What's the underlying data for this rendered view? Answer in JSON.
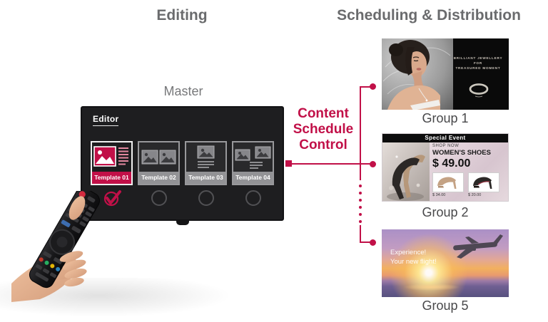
{
  "titles": {
    "editing": "Editing",
    "scheduling": "Scheduling & Distribution"
  },
  "master": {
    "label": "Master",
    "screen_title": "Editor",
    "templates": [
      {
        "label": "Template 01",
        "checked": true
      },
      {
        "label": "Template 02",
        "checked": false
      },
      {
        "label": "Template 03",
        "checked": false
      },
      {
        "label": "Template 04",
        "checked": false
      }
    ]
  },
  "connector": {
    "label_lines": [
      "Content",
      "Schedule",
      "Control"
    ],
    "color": "#c11048"
  },
  "groups": [
    {
      "label": "Group 1",
      "ad_type": "jewellery",
      "ad_lines": [
        "BRILLIANT JEWELLERY",
        "FOR",
        "TREASURED MOMENT"
      ]
    },
    {
      "label": "Group 2",
      "ad_type": "shoes",
      "header": "Special Event",
      "shop_now": "SHOP NOW",
      "product_name": "WOMEN'S SHOES",
      "main_price": "$ 49.00",
      "item_prices": [
        "$ 34.00",
        "$ 20.00"
      ]
    },
    {
      "label": "Group 5",
      "ad_type": "flight",
      "ad_lines": [
        "Experience!",
        "Your new flight!"
      ]
    }
  ],
  "colors": {
    "accent_red": "#c11048",
    "title_gray": "#6a6b6d"
  }
}
